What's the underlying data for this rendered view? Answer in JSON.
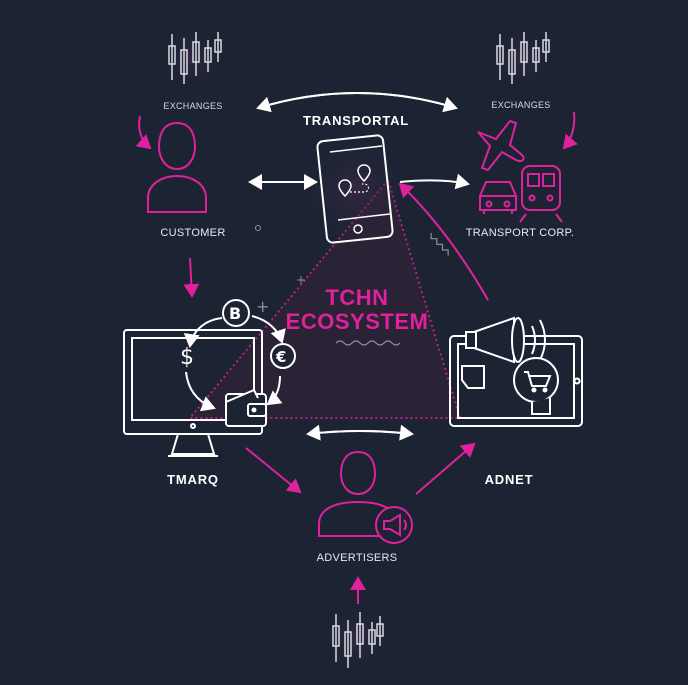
{
  "center": {
    "line1": "TCHN",
    "line2": "ECOSYSTEM"
  },
  "nodes": {
    "exchanges_left": "EXCHANGES",
    "exchanges_right": "EXCHANGES",
    "transportal": "TRANSPORTAL",
    "customer": "CUSTOMER",
    "transport_corp": "TRANSPORT CORP.",
    "tmarq": "TMARQ",
    "adnet": "ADNET",
    "advertisers": "ADVERTISERS"
  },
  "colors": {
    "background": "#1c2434",
    "accent": "#e0219c",
    "line": "#ffffff",
    "triangle": "#3a1f3e"
  },
  "icons": [
    "candlestick-chart-icon",
    "user-icon",
    "smartphone-map-icon",
    "airplane-icon",
    "car-icon",
    "train-icon",
    "monitor-icon",
    "bitcoin-icon",
    "dollar-icon",
    "euro-icon",
    "wallet-icon",
    "tablet-icon",
    "megaphone-icon",
    "shopping-cart-icon"
  ]
}
